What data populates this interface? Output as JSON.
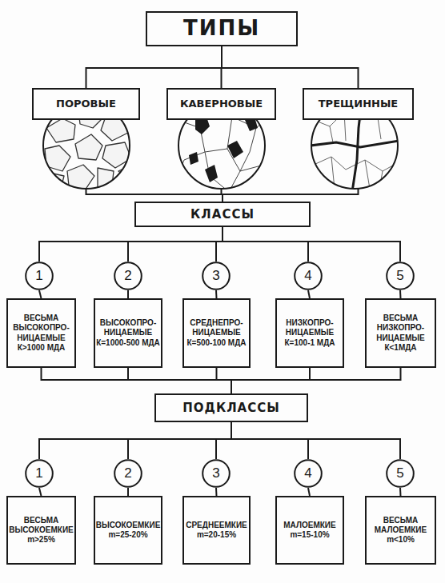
{
  "diagram": {
    "nodes": [
      {
        "text": [
          "ТИПЫ"
        ]
      },
      {
        "text": [
          "ПОРОВЫЕ"
        ]
      },
      {
        "text": [
          "КАВЕРНОВЫЕ"
        ]
      },
      {
        "text": [
          "ТРЕЩИННЫЕ"
        ]
      },
      {
        "text": [
          "КЛАССЫ"
        ]
      },
      {
        "text": [
          "1"
        ]
      },
      {
        "text": [
          "2"
        ]
      },
      {
        "text": [
          "3"
        ]
      },
      {
        "text": [
          "4"
        ]
      },
      {
        "text": [
          "5"
        ]
      },
      {
        "text": [
          "ВЕСЬМА ВЫСОКОПРО- НИЦАЕМЫЕ К>1000 МДА"
        ]
      },
      {
        "text": [
          "ВЫСОКОПРО- НИЦАЕМЫЕ К=1000-500 МДА"
        ]
      },
      {
        "text": [
          "СРЕДНЕПРО- НИЦАЕМЫЕ К=500-100 МДА"
        ]
      },
      {
        "text": [
          "НИЗКОПРО- НИЦАЕМЫЕ К=100-1 МДА"
        ]
      },
      {
        "text": [
          "ВЕСЬМА НИЗКОПРО- НИЦАЕМЫЕ К<1МДА"
        ]
      },
      {
        "text": [
          "ПОДКЛАССЫ"
        ]
      },
      {
        "text": [
          "1"
        ]
      },
      {
        "text": [
          "2"
        ]
      },
      {
        "text": [
          "3"
        ]
      },
      {
        "text": [
          "4"
        ]
      },
      {
        "text": [
          "5"
        ]
      },
      {
        "text": [
          "ВЕСЬМА ВЫСОКОЕМКИЕ m>25%"
        ]
      },
      {
        "text": [
          "ВЫСОКОЕМКИЕ m=25-20%"
        ]
      },
      {
        "text": [
          "СРЕДНЕЕМКИЕ m=20-15%"
        ]
      },
      {
        "text": [
          "МАЛОЕМКИЕ m=15-10%"
        ]
      },
      {
        "text": [
          "ВЕСЬМА МАЛОЕМКИЕ m<10%"
        ]
      }
    ],
    "edges": [
      {
        "from": 0,
        "to": 1,
        "arrow": "none"
      },
      {
        "from": 0,
        "to": 2,
        "arrow": "none"
      },
      {
        "from": 0,
        "to": 3,
        "arrow": "none"
      },
      {
        "from": 1,
        "to": 4,
        "arrow": "none"
      },
      {
        "from": 2,
        "to": 4,
        "arrow": "none"
      },
      {
        "from": 3,
        "to": 4,
        "arrow": "none"
      },
      {
        "from": 4,
        "to": 5,
        "arrow": "none"
      },
      {
        "from": 4,
        "to": 6,
        "arrow": "none"
      },
      {
        "from": 4,
        "to": 7,
        "arrow": "none"
      },
      {
        "from": 4,
        "to": 8,
        "arrow": "none"
      },
      {
        "from": 4,
        "to": 9,
        "arrow": "none"
      },
      {
        "from": 5,
        "to": 10,
        "arrow": "none"
      },
      {
        "from": 6,
        "to": 11,
        "arrow": "none"
      },
      {
        "from": 7,
        "to": 12,
        "arrow": "none"
      },
      {
        "from": 8,
        "to": 13,
        "arrow": "none"
      },
      {
        "from": 9,
        "to": 14,
        "arrow": "none"
      },
      {
        "from": 10,
        "to": 15,
        "arrow": "none"
      },
      {
        "from": 11,
        "to": 15,
        "arrow": "none"
      },
      {
        "from": 12,
        "to": 15,
        "arrow": "none"
      },
      {
        "from": 13,
        "to": 15,
        "arrow": "none"
      },
      {
        "from": 14,
        "to": 15,
        "arrow": "none"
      },
      {
        "from": 15,
        "to": 16,
        "arrow": "none"
      },
      {
        "from": 15,
        "to": 17,
        "arrow": "none"
      },
      {
        "from": 15,
        "to": 18,
        "arrow": "none"
      },
      {
        "from": 15,
        "to": 19,
        "arrow": "none"
      },
      {
        "from": 15,
        "to": 20,
        "arrow": "none"
      },
      {
        "from": 16,
        "to": 21,
        "arrow": "none"
      },
      {
        "from": 17,
        "to": 22,
        "arrow": "none"
      },
      {
        "from": 18,
        "to": 23,
        "arrow": "none"
      },
      {
        "from": 19,
        "to": 24,
        "arrow": "none"
      },
      {
        "from": 20,
        "to": 25,
        "arrow": "none"
      }
    ]
  }
}
